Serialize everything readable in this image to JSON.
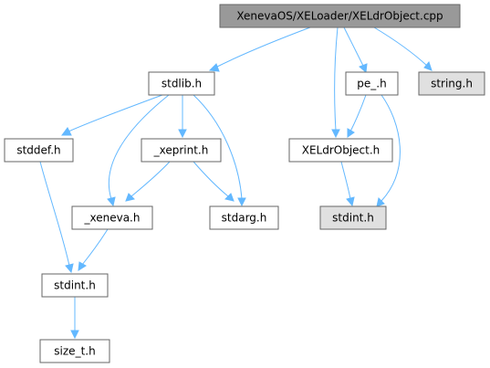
{
  "graph": {
    "nodes": [
      {
        "id": "root",
        "label": "XenevaOS/XELoader/XELdrObject.cpp",
        "kind": "root"
      },
      {
        "id": "stdlib",
        "label": "stdlib.h",
        "kind": "normal"
      },
      {
        "id": "pe",
        "label": "pe_.h",
        "kind": "normal"
      },
      {
        "id": "string",
        "label": "string.h",
        "kind": "missing"
      },
      {
        "id": "stddef",
        "label": "stddef.h",
        "kind": "normal"
      },
      {
        "id": "xeprint",
        "label": "_xeprint.h",
        "kind": "normal"
      },
      {
        "id": "xeldrobj",
        "label": "XELdrObject.h",
        "kind": "normal"
      },
      {
        "id": "xeneva",
        "label": "_xeneva.h",
        "kind": "normal"
      },
      {
        "id": "stdarg",
        "label": "stdarg.h",
        "kind": "normal"
      },
      {
        "id": "stdint_sys",
        "label": "stdint.h",
        "kind": "missing"
      },
      {
        "id": "stdint",
        "label": "stdint.h",
        "kind": "normal"
      },
      {
        "id": "sizet",
        "label": "size_t.h",
        "kind": "normal"
      }
    ],
    "edges": [
      {
        "from": "root",
        "to": "stdlib"
      },
      {
        "from": "root",
        "to": "pe"
      },
      {
        "from": "root",
        "to": "string"
      },
      {
        "from": "root",
        "to": "xeldrobj"
      },
      {
        "from": "stdlib",
        "to": "stddef"
      },
      {
        "from": "stdlib",
        "to": "xeprint"
      },
      {
        "from": "stdlib",
        "to": "xeneva"
      },
      {
        "from": "stdlib",
        "to": "stdarg"
      },
      {
        "from": "pe",
        "to": "xeldrobj"
      },
      {
        "from": "pe",
        "to": "stdint_sys"
      },
      {
        "from": "xeldrobj",
        "to": "stdint_sys"
      },
      {
        "from": "stddef",
        "to": "stdint"
      },
      {
        "from": "xeprint",
        "to": "xeneva"
      },
      {
        "from": "xeprint",
        "to": "stdarg"
      },
      {
        "from": "xeneva",
        "to": "stdint"
      },
      {
        "from": "stdint",
        "to": "sizet"
      }
    ]
  },
  "colors": {
    "root_fill": "#999999",
    "normal_fill": "#ffffff",
    "missing_fill": "#e0e0e0",
    "border": "#666666",
    "edge": "#63b8ff"
  }
}
